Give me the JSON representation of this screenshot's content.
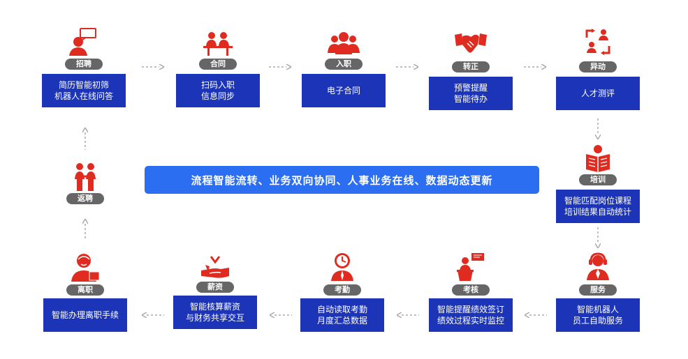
{
  "banner": "流程智能流转、业务双向协同、人事业务在线、数据动态更新",
  "nodes": {
    "zhaopin": {
      "label": "招聘",
      "line1": "简历智能初筛",
      "line2": "机器人在线问答",
      "icon": "recruit-chat-icon"
    },
    "hetong": {
      "label": "合同",
      "line1": "扫码入职",
      "line2": "信息同步",
      "icon": "contract-signing-icon"
    },
    "ruzhi": {
      "label": "入职",
      "line1": "电子合同",
      "line2": "",
      "icon": "people-group-icon"
    },
    "zhuanzheng": {
      "label": "转正",
      "line1": "预警提醒",
      "line2": "智能待办",
      "icon": "handshake-icon"
    },
    "yidong": {
      "label": "异动",
      "line1": "人才测评",
      "line2": "",
      "icon": "transfer-arrows-icon"
    },
    "peixun": {
      "label": "培训",
      "line1": "智能匹配岗位课程",
      "line2": "培训结果自动统计",
      "icon": "reading-book-icon"
    },
    "fuwu": {
      "label": "服务",
      "line1": "智能机器人",
      "line2": "员工自助服务",
      "icon": "headset-agent-icon"
    },
    "kaohe": {
      "label": "考核",
      "line1": "智能提醒绩效签订",
      "line2": "绩效过程实时监控",
      "icon": "podium-speaker-icon"
    },
    "kaoqin": {
      "label": "考勤",
      "line1": "自动读取考勤",
      "line2": "月度汇总数据",
      "icon": "clock-person-icon"
    },
    "xinzi": {
      "label": "薪资",
      "line1": "智能核算薪资",
      "line2": "与财务共享交互",
      "icon": "hand-money-icon"
    },
    "lizhi": {
      "label": "离职",
      "line1": "智能办理离职手续",
      "line2": "",
      "icon": "leaving-person-icon"
    },
    "fanpin": {
      "label": "返聘",
      "line1": "",
      "line2": "",
      "icon": "two-people-icon"
    }
  },
  "colors": {
    "accent": "#e02b20",
    "box": "#1c35b8",
    "banner": "#2b6ef2",
    "pill": "#666666",
    "arrow": "#aaaaaa"
  }
}
